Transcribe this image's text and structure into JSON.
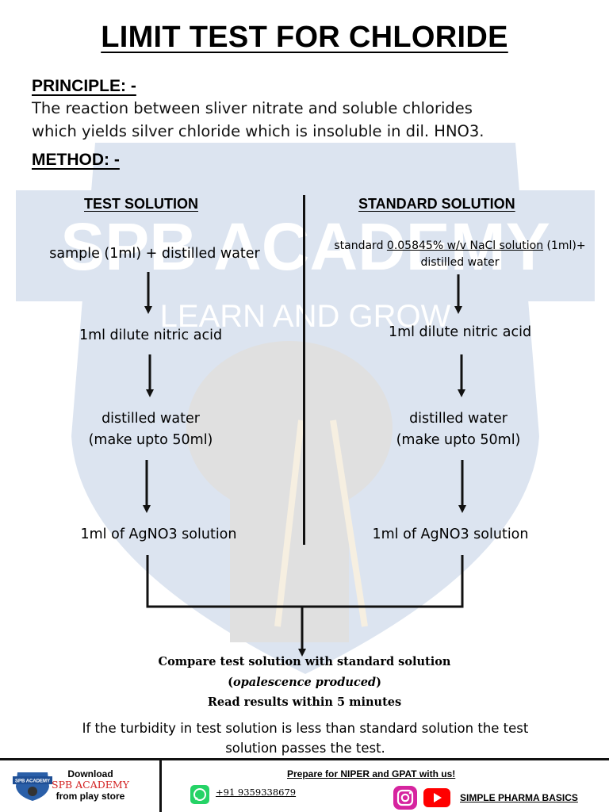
{
  "title": "LIMIT TEST FOR CHLORIDE",
  "principle": {
    "heading": "PRINCIPLE: -",
    "text_line1": "The reaction between sliver nitrate and soluble chlorides",
    "text_line2": "which yields silver chloride which is insoluble in dil. HNO3."
  },
  "method": {
    "heading": "METHOD: -"
  },
  "test_solution": {
    "heading": "TEST SOLUTION",
    "step1": "sample (1ml) + distilled water",
    "step2": "1ml dilute nitric acid",
    "step3_line1": "distilled water",
    "step3_line2": "(make upto 50ml)",
    "step4": "1ml of AgNO3 solution"
  },
  "standard_solution": {
    "heading": "STANDARD SOLUTION",
    "step1_prefix": "standard ",
    "step1_underlined": "0.05845% w/v NaCl solution",
    "step1_suffix": " (1ml)+",
    "step1_line2": "distilled water",
    "step2": "1ml dilute nitric acid",
    "step3_line1": "distilled water",
    "step3_line2": "(make upto 50ml)",
    "step4": "1ml of AgNO3 solution"
  },
  "result": {
    "compare": "Compare test solution with standard solution",
    "opalescence_open": "(",
    "opalescence_italic": "opalescence produced",
    "opalescence_close": ")",
    "read": "Read results within 5 minutes"
  },
  "conclusion": {
    "line1": "If the turbidity in test solution is less than standard solution the test",
    "line2": "solution passes the test."
  },
  "watermark": {
    "brand": "SPB ACADEMY",
    "tagline": "LEARN AND GROW"
  },
  "footer": {
    "download": "Download",
    "brand": "SPB ACADEMY",
    "store": "from play store",
    "logo_text": "SPB ACADEMY",
    "prepare": "Prepare for NIPER and GPAT with us!",
    "phone": "+91 9359338679",
    "channel": "SIMPLE PHARMA BASICS"
  },
  "colors": {
    "watermark_blue": "#2a5fa8",
    "brand_red": "#d32222",
    "whatsapp_green": "#25d366",
    "youtube_red": "#ff0000",
    "instagram_pink": "#d6249f"
  }
}
